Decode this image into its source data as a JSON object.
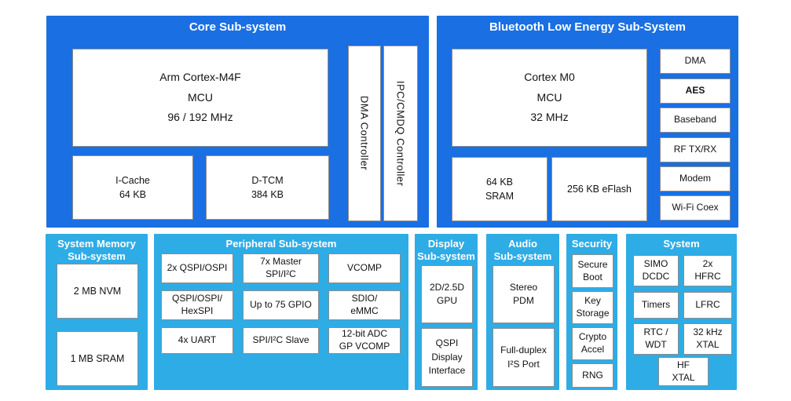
{
  "colors": {
    "core_blue": "#1A6FE3",
    "light_blue": "#2EACE6"
  },
  "core": {
    "title": "Core Sub-system",
    "cpu": "Arm Cortex-M4F\nMCU\n96 / 192 MHz",
    "icache": "I-Cache\n64 KB",
    "dtcm": "D-TCM\n384 KB",
    "dma_controller": "DMA Controller",
    "ipc_controller": "IPC/CMDQ Controller"
  },
  "ble": {
    "title": "Bluetooth Low Energy Sub-System",
    "cpu": "Cortex M0\nMCU\n32 MHz",
    "sram": "64 KB\nSRAM",
    "eflash": "256 KB eFlash",
    "blocks": [
      "DMA",
      "AES",
      "Baseband",
      "RF TX/RX",
      "Modem",
      "Wi-Fi Coex"
    ]
  },
  "memory": {
    "title": "System Memory\nSub-system",
    "nvm": "2 MB NVM",
    "sram": "1 MB SRAM"
  },
  "peripheral": {
    "title": "Peripheral Sub-system",
    "rows": [
      [
        "2x QSPI/OSPI",
        "7x Master\nSPI/I²C",
        "VCOMP"
      ],
      [
        "QSPI/OSPI/\nHexSPI",
        "Up to 75 GPIO",
        "SDIO/\neMMC"
      ],
      [
        "4x UART",
        "SPI/I²C Slave",
        "12-bit ADC\nGP VCOMP"
      ]
    ]
  },
  "display": {
    "title": "Display\nSub-system",
    "gpu": "2D/2.5D\nGPU",
    "qspi_display": "QSPI\nDisplay\nInterface"
  },
  "audio": {
    "title": "Audio\nSub-system",
    "pdm": "Stereo\nPDM",
    "i2s": "Full-duplex\nI²S Port"
  },
  "security": {
    "title": "Security",
    "blocks": [
      "Secure\nBoot",
      "Key\nStorage",
      "Crypto\nAccel",
      "RNG"
    ]
  },
  "system": {
    "title": "System",
    "blocks": [
      "SIMO\nDCDC",
      "2x\nHFRC",
      "Timers",
      "LFRC",
      "RTC /\nWDT",
      "32 kHz\nXTAL",
      "HF\nXTAL"
    ]
  }
}
